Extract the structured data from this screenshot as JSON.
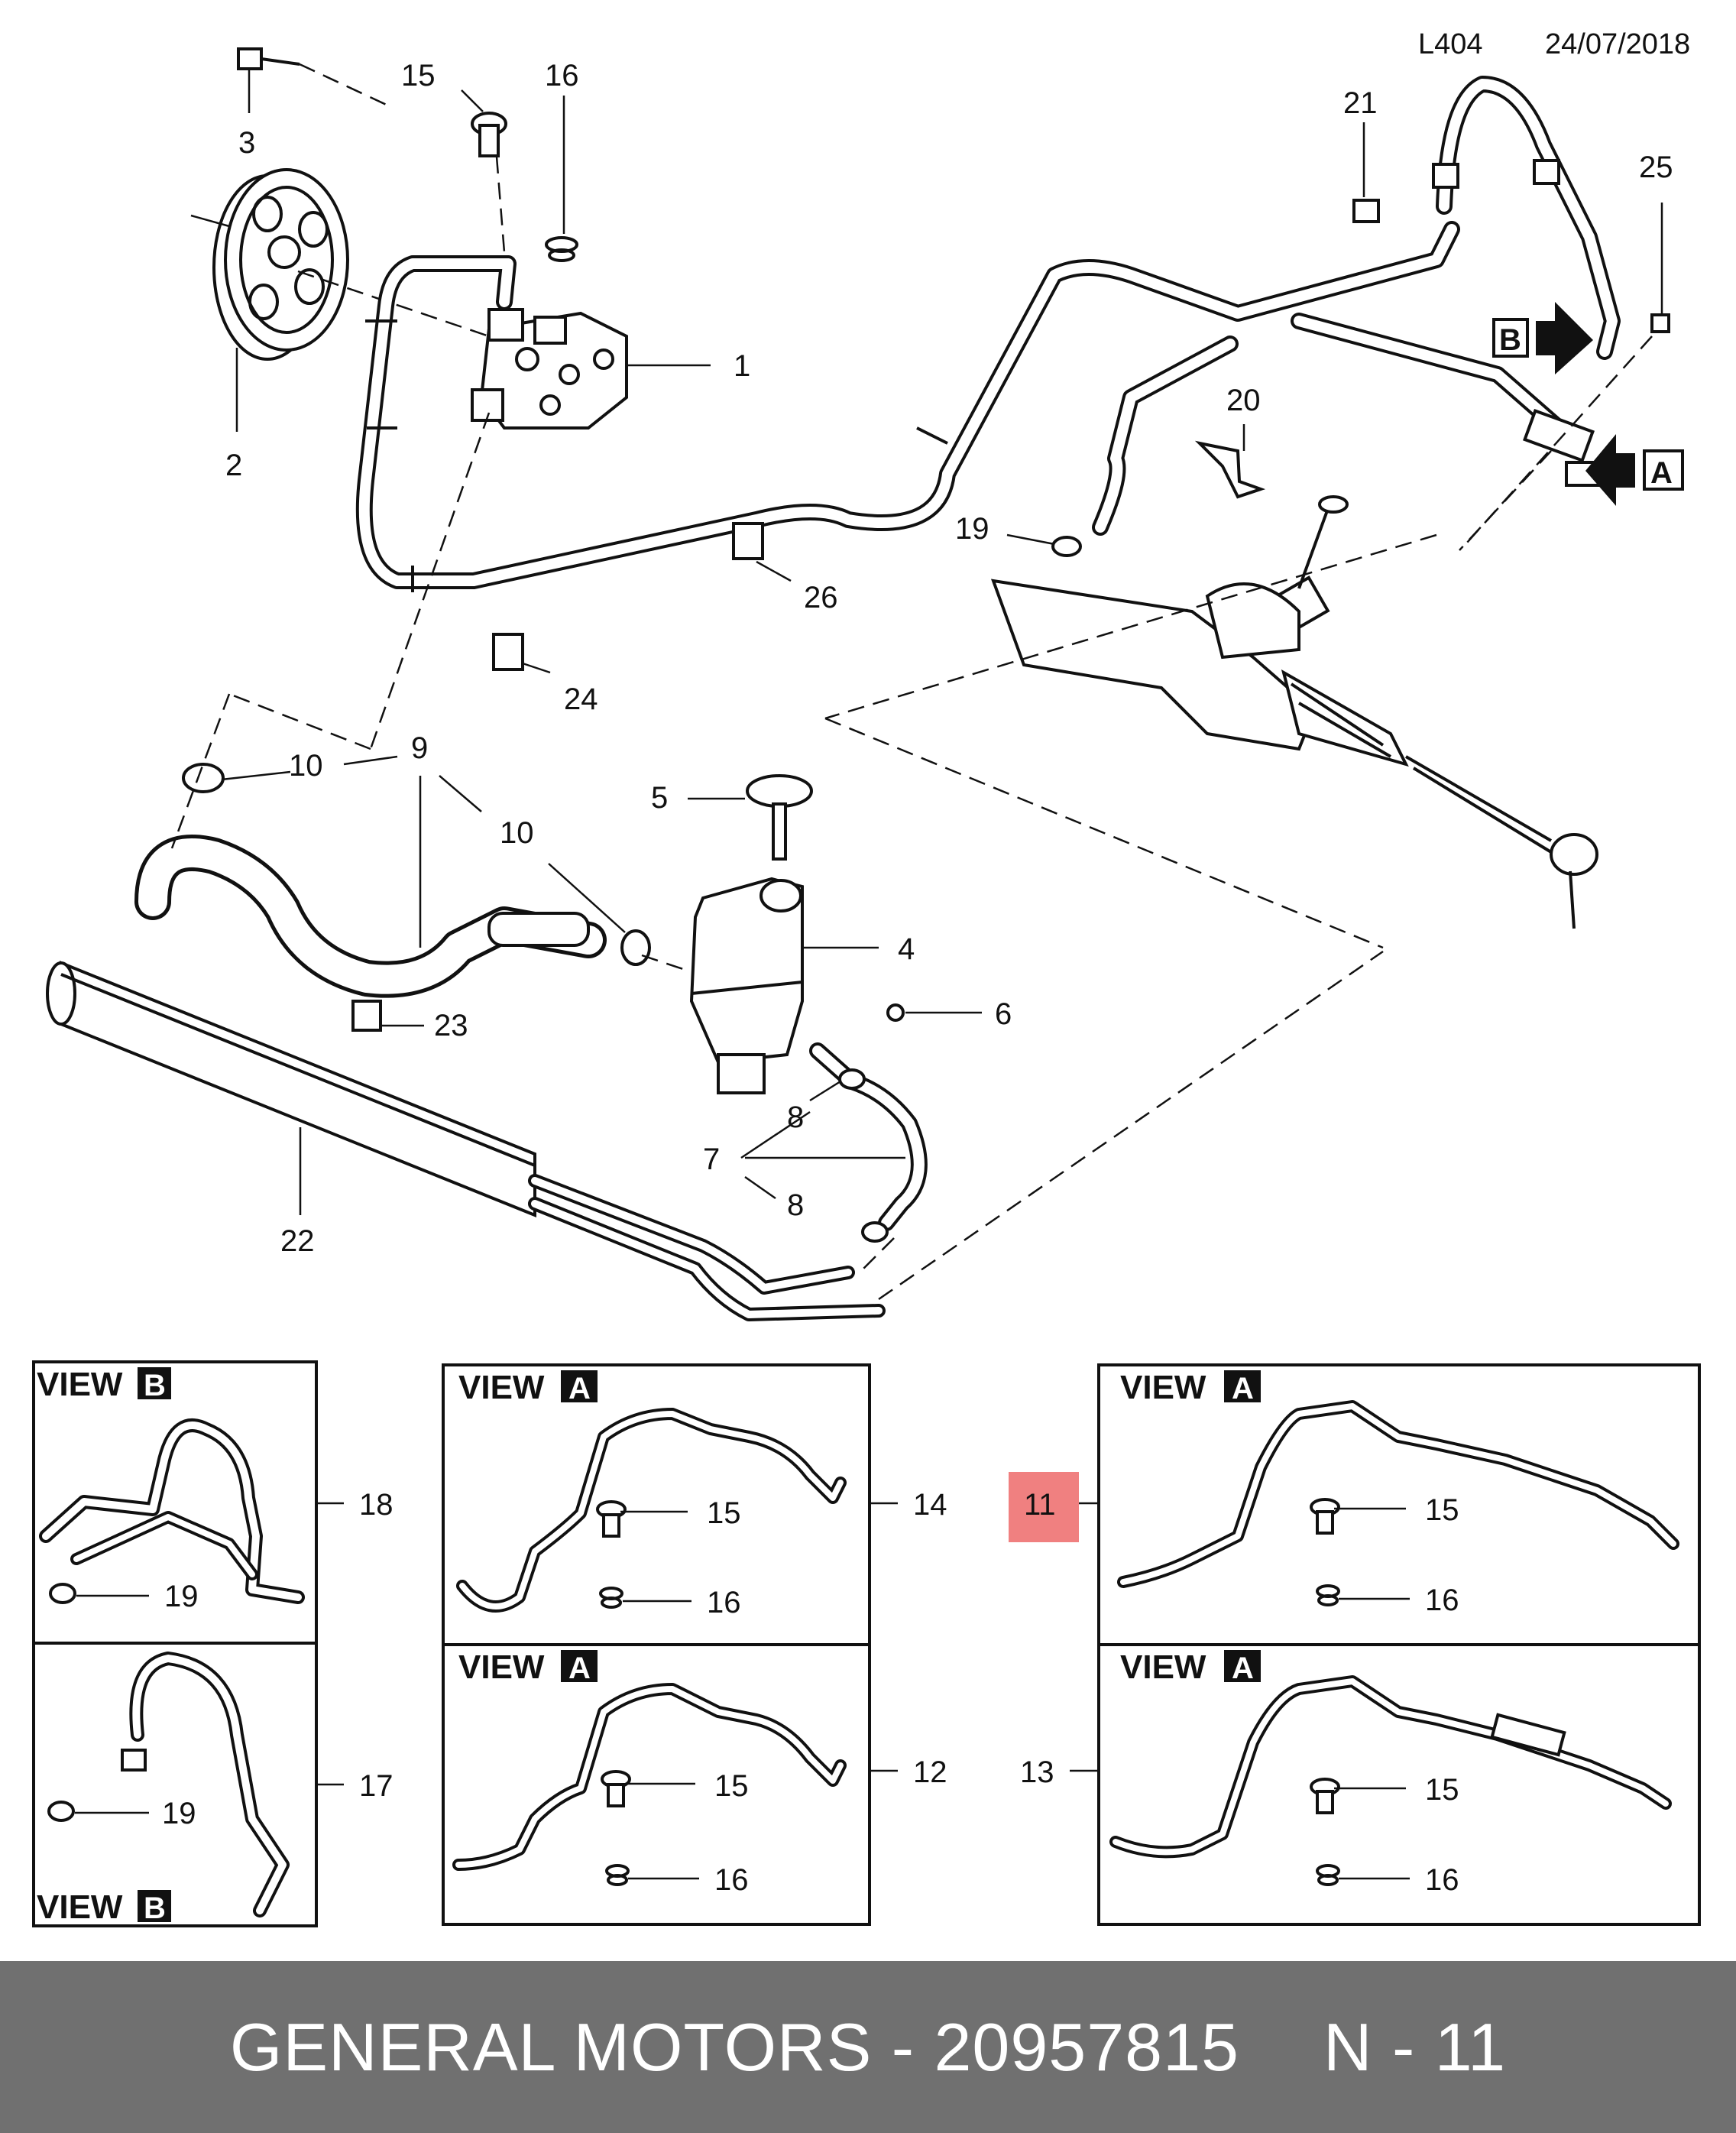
{
  "header": {
    "code": "L404",
    "date": "24/07/2018"
  },
  "callouts": {
    "c1": "1",
    "c2": "2",
    "c3": "3",
    "c4": "4",
    "c5": "5",
    "c6": "6",
    "c7": "7",
    "c8a": "8",
    "c8b": "8",
    "c9": "9",
    "c10a": "10",
    "c10b": "10",
    "c11": "11",
    "c12": "12",
    "c13": "13",
    "c14": "14",
    "c15": "15",
    "c16": "16",
    "c17": "17",
    "c18": "18",
    "c19": "19",
    "c20": "20",
    "c21": "21",
    "c22": "22",
    "c23": "23",
    "c24": "24",
    "c25": "25",
    "c26": "26"
  },
  "arrows": {
    "b": "B",
    "a": "A"
  },
  "views": {
    "b_top": {
      "word": "VIEW",
      "letter": "B",
      "n19": "19"
    },
    "b_bottom": {
      "word": "VIEW",
      "letter": "B",
      "n19": "19"
    },
    "a14": {
      "word": "VIEW",
      "letter": "A",
      "n15": "15",
      "n16": "16"
    },
    "a12": {
      "word": "VIEW",
      "letter": "A",
      "n15": "15",
      "n16": "16"
    },
    "a11": {
      "word": "VIEW",
      "letter": "A",
      "n15": "15",
      "n16": "16"
    },
    "a13": {
      "word": "VIEW",
      "letter": "A",
      "n15": "15",
      "n16": "16"
    }
  },
  "highlight_color": "#f08080",
  "footer": {
    "brand": "GENERAL MOTORS - 20957815",
    "ref": "N - 11"
  }
}
